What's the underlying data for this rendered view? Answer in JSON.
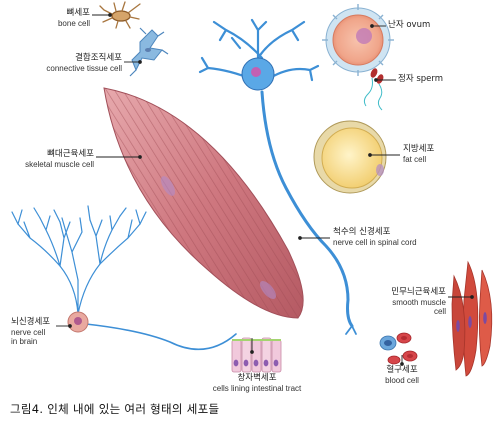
{
  "labels": {
    "bone": {
      "ko": "뼈세포",
      "en": "bone cell"
    },
    "connective": {
      "ko": "결합조직세포",
      "en": "connective tissue cell"
    },
    "skeletal": {
      "ko": "뼈대근육세포",
      "en": "skeletal muscle cell"
    },
    "brain": {
      "ko": "뇌신경세포",
      "en1": "nerve cell",
      "en2": "in brain"
    },
    "intestinal": {
      "ko": "창자벽세포",
      "en": "cells lining intestinal tract"
    },
    "ovum": {
      "text": "난자 ovum"
    },
    "sperm": {
      "text": "정자 sperm"
    },
    "fat": {
      "ko": "지방세포",
      "en": "fat cell"
    },
    "spinal": {
      "ko": "척수의 신경세포",
      "en": "nerve cell in spinal cord"
    },
    "smooth": {
      "ko": "민무늬근육세포",
      "en1": "smooth muscle",
      "en2": "cell"
    },
    "blood": {
      "ko": "혈구세포",
      "en": "blood cell"
    }
  },
  "caption": "그림4. 인체 내에 있는 여러 형태의 세포들",
  "colors": {
    "nerve": "#3d8fd6",
    "muscle": "#c9727a",
    "fat": "#f5d88a",
    "ovum": "#f3a98c",
    "smooth": "#d14a3c",
    "blood": "#d6464a",
    "leader": "#222222"
  }
}
